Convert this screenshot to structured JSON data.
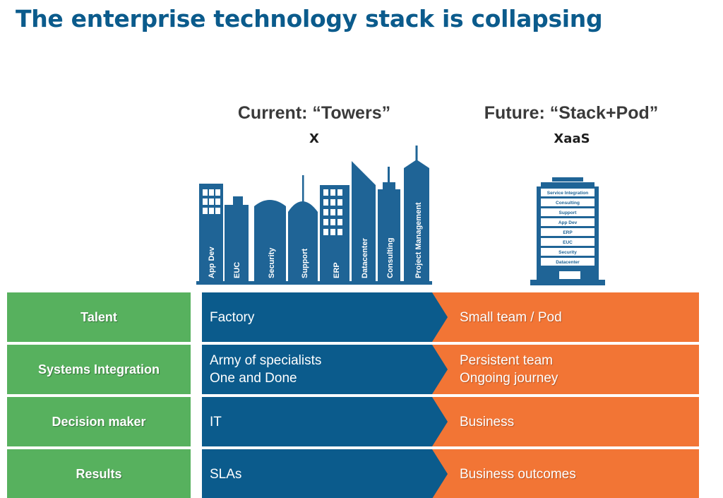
{
  "title": "The enterprise technology stack is collapsing",
  "colors": {
    "title": "#0b5b8c",
    "current": "#0b5b8c",
    "future": "#f27535",
    "label": "#57b15e",
    "skyline": "#1f6496"
  },
  "current": {
    "heading": "Current: “Towers”",
    "subheading": "X",
    "towers": [
      "App Dev",
      "EUC",
      "Security",
      "Support",
      "ERP",
      "Datacenter",
      "Consulting",
      "Project Management"
    ]
  },
  "future": {
    "heading": "Future: “Stack+Pod”",
    "subheading": "XaaS",
    "layers": [
      "Service Integration",
      "Consulting",
      "Support",
      "App Dev",
      "ERP",
      "EUC",
      "Security",
      "Datacenter"
    ]
  },
  "rows": [
    {
      "label": "Talent",
      "current": [
        "Factory"
      ],
      "future": [
        "Small team / Pod"
      ]
    },
    {
      "label": "Systems Integration",
      "current": [
        "Army of specialists",
        "One and Done"
      ],
      "future": [
        "Persistent team",
        "Ongoing journey"
      ]
    },
    {
      "label": "Decision maker",
      "current": [
        "IT"
      ],
      "future": [
        "Business"
      ]
    },
    {
      "label": "Results",
      "current": [
        "SLAs"
      ],
      "future": [
        "Business outcomes"
      ]
    }
  ]
}
